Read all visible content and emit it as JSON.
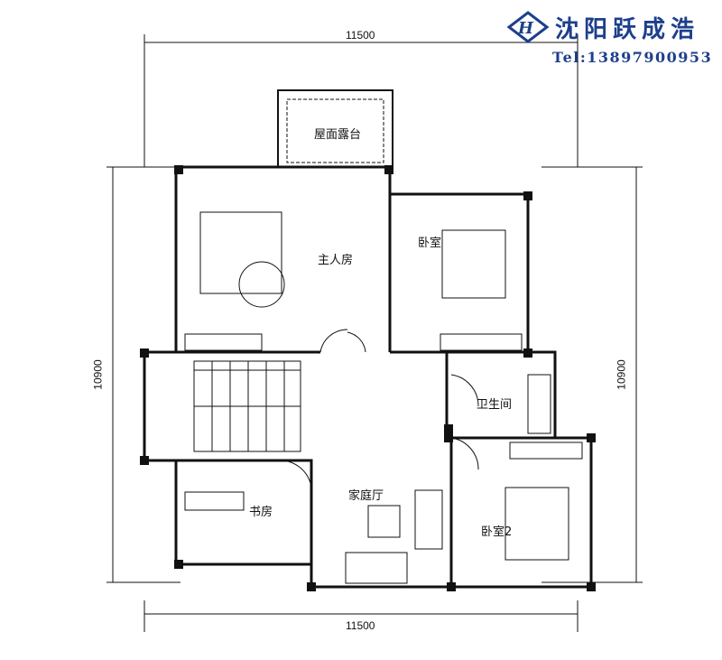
{
  "logo": {
    "brand": "沈阳跃成浩",
    "tel": "Tel:13897900953",
    "color": "#1d3f8c"
  },
  "dimensions": {
    "top": "11500",
    "bottom": "11500",
    "left": "10900",
    "right": "10900"
  },
  "rooms": {
    "terrace": "屋面露台",
    "master_bedroom": "主人房",
    "bedroom": "卧室",
    "bathroom": "卫生间",
    "family_hall": "家庭厅",
    "study": "书房",
    "bedroom2": "卧室2"
  }
}
